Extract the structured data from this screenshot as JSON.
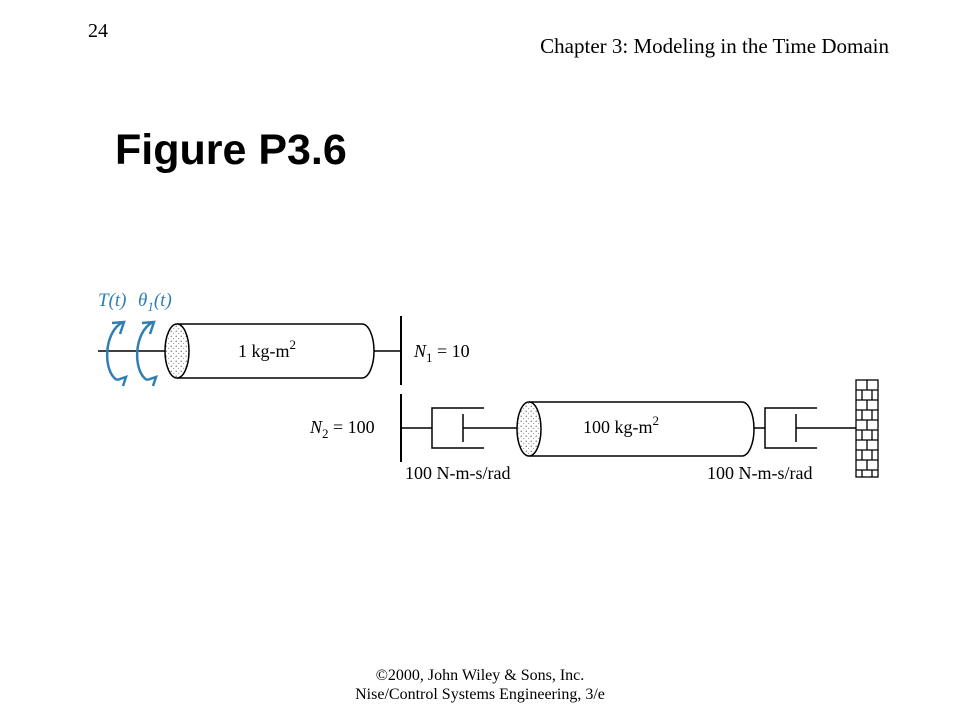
{
  "header": {
    "page_number": "24",
    "chapter_title": "Chapter 3: Modeling in the Time Domain"
  },
  "figure": {
    "title": "Figure P3.6"
  },
  "diagram": {
    "torque_label": "T(t)",
    "theta_symbol": "θ",
    "theta_subscript": "1",
    "theta_arg": "(t)",
    "inertia1_base": "1 kg-m",
    "inertia1_exp": "2",
    "gear1_symbol": "N",
    "gear1_subscript": "1",
    "gear1_value": " = 10",
    "gear2_symbol": "N",
    "gear2_subscript": "2",
    "gear2_value": " = 100",
    "inertia2_base": "100 kg-m",
    "inertia2_exp": "2",
    "damper1_label": "100 N-m-s/rad",
    "damper2_label": "100 N-m-s/rad",
    "accent_color": "#2f7fb5"
  },
  "footer": {
    "line1": "©2000, John Wiley & Sons, Inc.",
    "line2": "Nise/Control Systems Engineering, 3/e"
  }
}
